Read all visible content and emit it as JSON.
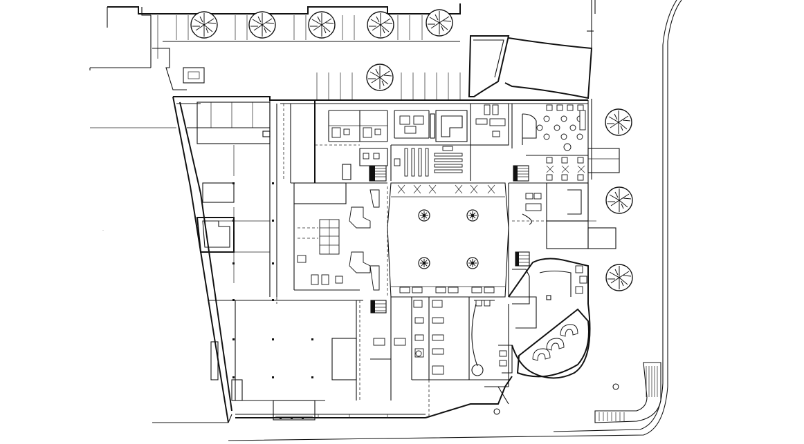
{
  "drawing": {
    "kind": "architectural floor plan",
    "line_color": "#111111",
    "background": "#ffffff"
  },
  "trees": {
    "parking_row": 5,
    "parking_island": 1,
    "east_side": 3,
    "courtyard_planters": 4
  },
  "icons": {
    "tree": "tree-icon",
    "stair": "stair-icon",
    "column": "column-icon"
  }
}
